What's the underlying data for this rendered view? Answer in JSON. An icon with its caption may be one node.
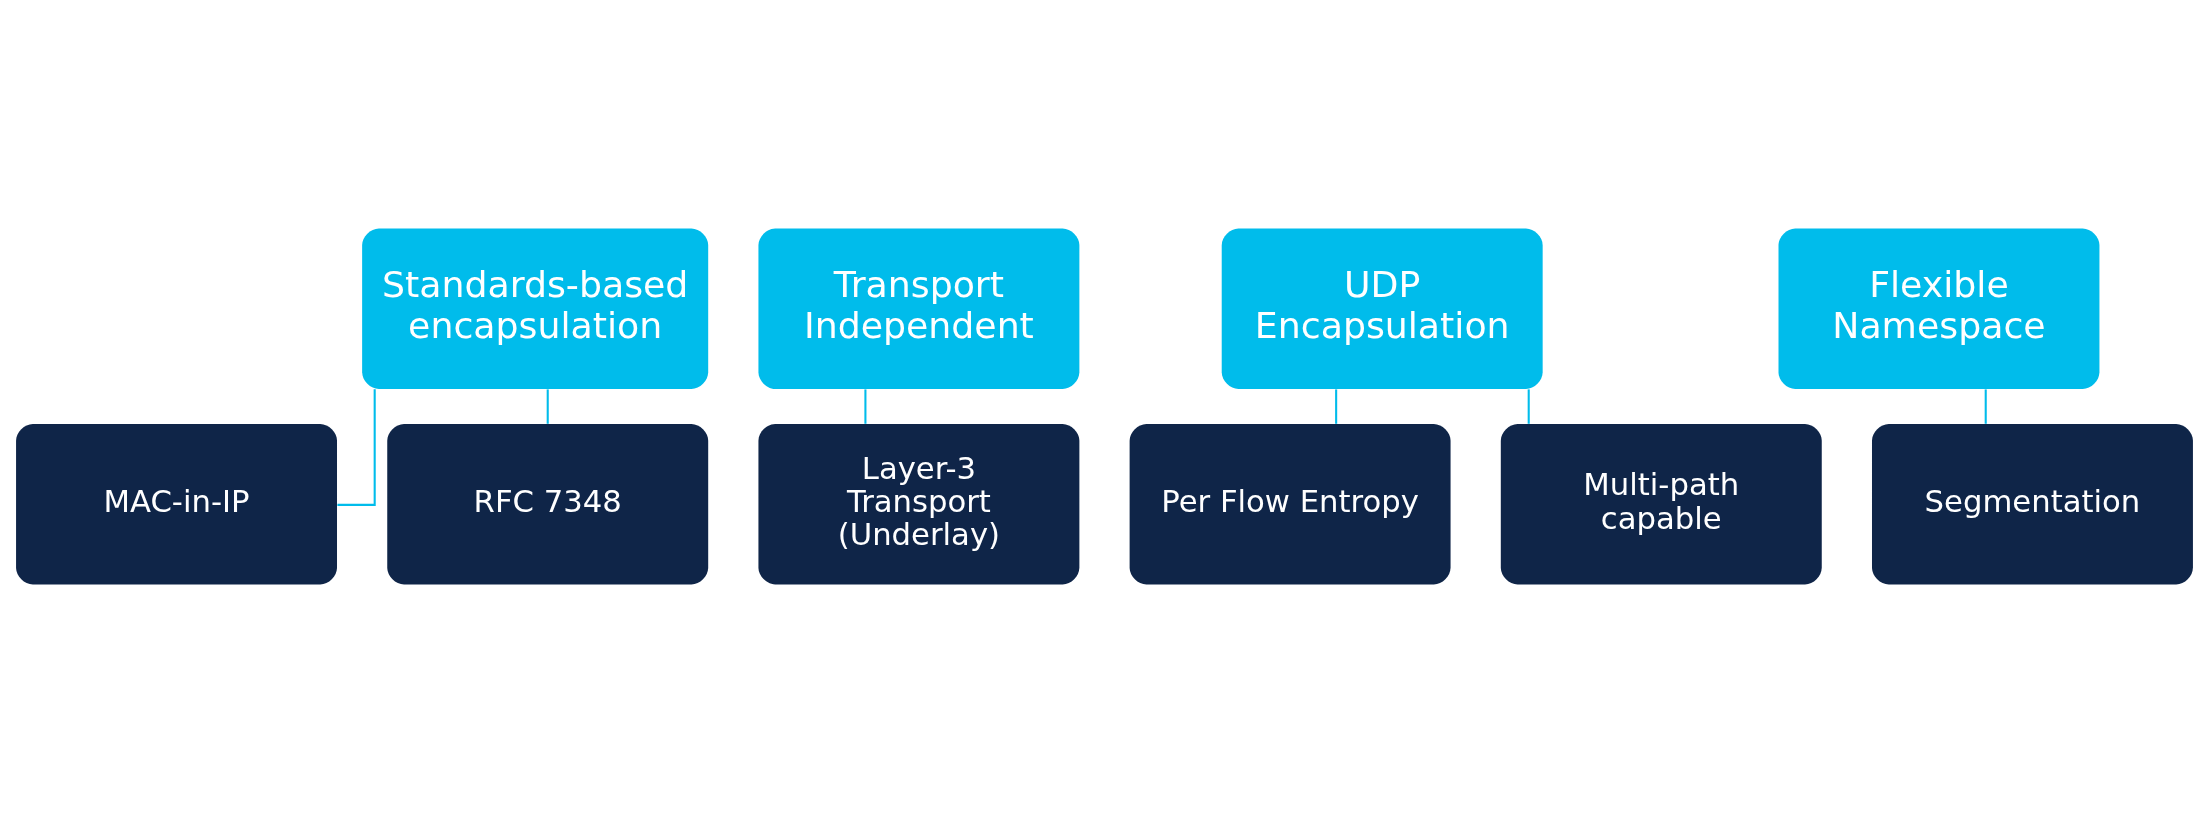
{
  "diagram": {
    "nodes": [
      {
        "text": [
          "Standards-based encapsulation"
        ]
      },
      {
        "text": [
          "RFC 7348"
        ]
      },
      {
        "text": [
          "MAC-in-IP"
        ]
      },
      {
        "text": [
          "Transport Independent"
        ]
      },
      {
        "text": [
          "Layer-3 Transport (Underlay)"
        ]
      },
      {
        "text": [
          "UDP Encapsulation"
        ]
      },
      {
        "text": [
          "Multi-path capable"
        ]
      },
      {
        "text": [
          "Per Flow Entropy"
        ]
      },
      {
        "text": [
          "Flexible Namespace"
        ]
      },
      {
        "text": [
          "Segmentation"
        ]
      }
    ],
    "edges": [
      {
        "from": 0,
        "to": 1,
        "arrow": "none"
      },
      {
        "from": 0,
        "to": 2,
        "arrow": "none"
      },
      {
        "from": 3,
        "to": 4,
        "arrow": "none"
      },
      {
        "from": 5,
        "to": 6,
        "arrow": "none"
      },
      {
        "from": 5,
        "to": 7,
        "arrow": "none"
      },
      {
        "from": 8,
        "to": 9,
        "arrow": "none"
      }
    ]
  }
}
